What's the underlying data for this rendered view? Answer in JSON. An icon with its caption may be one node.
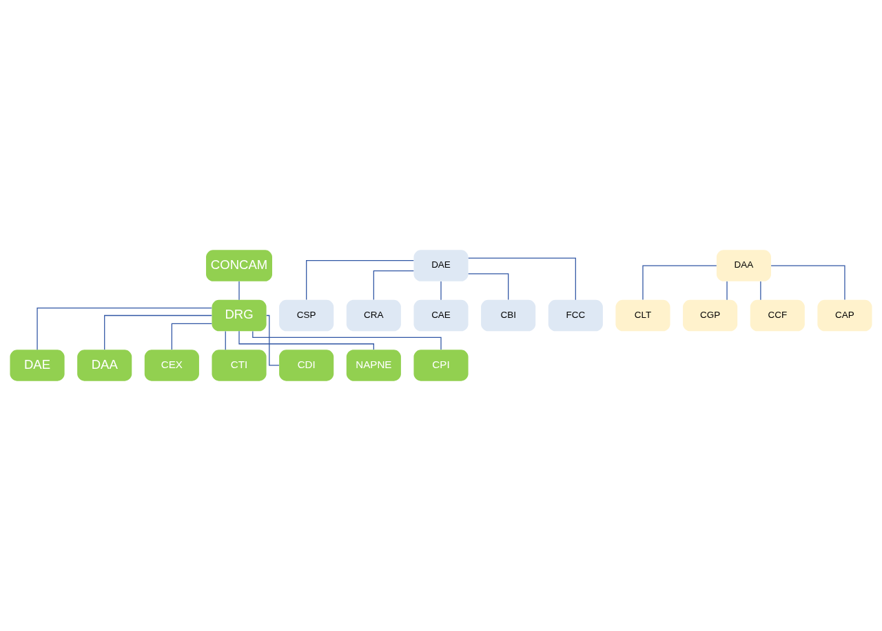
{
  "diagram": {
    "nodes": [
      {
        "text": [
          "CONCAM"
        ]
      },
      {
        "text": [
          "DRG"
        ]
      },
      {
        "text": [
          "DAE"
        ]
      },
      {
        "text": [
          "DAA"
        ]
      },
      {
        "text": [
          "CEX"
        ]
      },
      {
        "text": [
          "CTI"
        ]
      },
      {
        "text": [
          "CDI"
        ]
      },
      {
        "text": [
          "NAPNE"
        ]
      },
      {
        "text": [
          "CPI"
        ]
      },
      {
        "text": [
          "DAE"
        ]
      },
      {
        "text": [
          "CSP"
        ]
      },
      {
        "text": [
          "CRA"
        ]
      },
      {
        "text": [
          "CAE"
        ]
      },
      {
        "text": [
          "CBI"
        ]
      },
      {
        "text": [
          "FCC"
        ]
      },
      {
        "text": [
          "DAA"
        ]
      },
      {
        "text": [
          "CLT"
        ]
      },
      {
        "text": [
          "CGP"
        ]
      },
      {
        "text": [
          "CCF"
        ]
      },
      {
        "text": [
          "CAP"
        ]
      }
    ],
    "edges": [
      {
        "from": 0,
        "to": 1,
        "arrow": "none"
      },
      {
        "from": 1,
        "to": 2,
        "arrow": "none"
      },
      {
        "from": 1,
        "to": 3,
        "arrow": "none"
      },
      {
        "from": 1,
        "to": 4,
        "arrow": "none"
      },
      {
        "from": 1,
        "to": 5,
        "arrow": "none"
      },
      {
        "from": 1,
        "to": 6,
        "arrow": "none"
      },
      {
        "from": 1,
        "to": 7,
        "arrow": "none"
      },
      {
        "from": 1,
        "to": 8,
        "arrow": "none"
      },
      {
        "from": 9,
        "to": 10,
        "arrow": "none"
      },
      {
        "from": 9,
        "to": 11,
        "arrow": "none"
      },
      {
        "from": 9,
        "to": 12,
        "arrow": "none"
      },
      {
        "from": 9,
        "to": 13,
        "arrow": "none"
      },
      {
        "from": 9,
        "to": 14,
        "arrow": "none"
      },
      {
        "from": 15,
        "to": 16,
        "arrow": "none"
      },
      {
        "from": 15,
        "to": 17,
        "arrow": "none"
      },
      {
        "from": 15,
        "to": 18,
        "arrow": "none"
      },
      {
        "from": 15,
        "to": 19,
        "arrow": "none"
      }
    ]
  }
}
